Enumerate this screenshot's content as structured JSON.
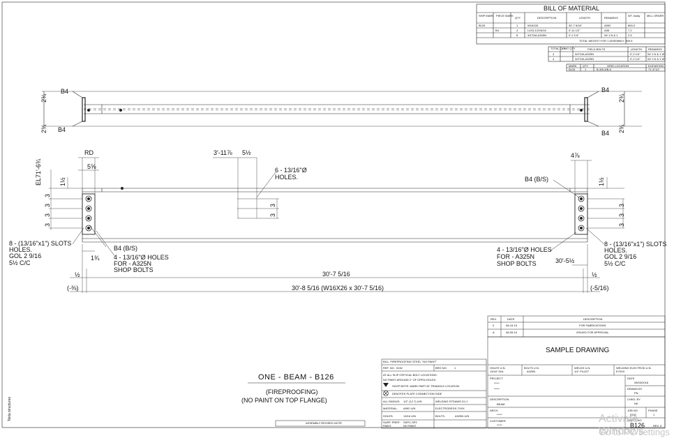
{
  "bom": {
    "title": "BILL OF MATERIAL",
    "headers": [
      "SHIP MARK",
      "PIECE MARK",
      "QTY",
      "DESCRIPTION",
      "LENGTH",
      "REMARKS",
      "WT. Assly",
      "MILL ORDER"
    ],
    "rows": [
      [
        "B126",
        "",
        "1",
        "W16X26",
        "30'-7 5/16\"",
        "A992",
        "800.0",
        ""
      ],
      [
        "",
        "B4",
        "4",
        "L4X3-1/2X5/16",
        "0'-11 1/2\"",
        "A36",
        "7.2",
        ""
      ],
      [
        "",
        "",
        "8",
        "3/4\"DIA.A325N",
        "0'-2 1/4\"",
        "W/ 1 N & 1",
        "2.5",
        ""
      ]
    ],
    "total": "TOTAL WEIGHT FOR 1 ASSEMBLY: 809.6"
  },
  "bolts_table": {
    "headers": [
      "TOTAL QTY",
      "UNIT QTY",
      "FIELD BOLTS",
      "LENGTH",
      "REMARKS"
    ],
    "rows": [
      [
        "4",
        "",
        "3/4\"DIA.A325N",
        "0'-2 1/4\"",
        "W/ 1 N & 1 W"
      ],
      [
        "4",
        "",
        "3/4\"DIA.A325N",
        "0'-2 1/4\"",
        "W/ 1 N & 1 W"
      ]
    ]
  },
  "mark_table": {
    "headers": [
      "MARK",
      "QTY",
      "GRID LOCATION",
      "ELEVATION"
    ],
    "row": [
      "B126",
      "1",
      "B-3/B-5/B-6",
      "71'-6\"1/2"
    ]
  },
  "plan_labels": {
    "b4_tl": "B4",
    "b4_bl": "B4",
    "b4_tr": "B4",
    "b4_br": "B4",
    "d_tl": "2¾",
    "d_bl": "2¾",
    "d_tr": "2¾",
    "d_br": "2¾"
  },
  "elevation": {
    "el": "EL71'-6¾",
    "rd": "RD",
    "dim_5_5_8": "5⅝",
    "dim_3_11": "3'-11⅞",
    "dim_5_1_2": "5½",
    "holes_note_1": "6 - 13/16\"Ø",
    "holes_note_2": "HOLES.",
    "dim_4_7_8": "4⅞",
    "b4bs_right": "B4 (B/S)",
    "dim_1_1_2_l": "1½",
    "dim_1_1_2_r": "1½",
    "three": "3",
    "slots_l1": "8 - (13/16\"x1\") SLOTS",
    "slots_l2": "HOLES.",
    "slots_l3": "GOL 2 9/16",
    "slots_l4": "5½ C/C",
    "slots_r1": "8 - (13/16\"x1\") SLOTS",
    "slots_r2": "HOLES.",
    "slots_r3": "GOL 2 9/16",
    "slots_r4": "5½ C/C",
    "b4bs_left": "B4 (B/S)",
    "holes4_l1": "4 - 13/16\"Ø HOLES",
    "holes4_l2": "FOR - A325N",
    "holes4_l3": "SHOP BOLTS",
    "holes4_r1": "4 - 13/16\"Ø HOLES",
    "holes4_r2": "FOR - A325N",
    "holes4_r3": "SHOP BOLTS",
    "dim_1_3_4": "1¾",
    "dim_30_5_1_2": "30'-5½",
    "dim_half_l": "½",
    "dim_half_r": "½",
    "dim_30_7": "30'-7 5/16",
    "dim_neg_3_8": "(-⅜)",
    "dim_neg_5_16": "(-5/16)",
    "dim_30_8": "30'-8 5/16 (W16X26 x 30'-7 5/16)"
  },
  "caption": {
    "title": "ONE - BEAM - B126",
    "line1": "(FIREPROOFING)",
    "line2": "(NO PAINT ON TOP FLANGE)"
  },
  "notes": {
    "bill": "BILL: FIREPROOFING STEEL \"NO PAINT\"",
    "ref": "REF. NO.",
    "ref_val": "5152",
    "brg": "BRG NO.",
    "brg_val": "1",
    "line1": "AT ALL SLIP CRITICAL BOLT LOCATIONS.",
    "line2": "NO PAINT AROUND 2\" OF OPEN HOLES.",
    "tri": "SHOP BOTE: MARK PART AT TRIANGLE LOCATION",
    "cross": "DENOTES PLATE CONNECTION SIDE",
    "radius": "ALL RADIUS:",
    "radius_val": "1/2\" (12.7) U/N",
    "weld_std": "WELDING STD:",
    "weld_std_val": "AWS D1.1",
    "material": "MATERIAL:",
    "material_val": "A992 U/N",
    "electrodes": "ELECTRODES:",
    "electrodes_val": "E-70XX",
    "holes": "HOLES:",
    "holes_val": "13/16 U/N",
    "bolts": "BOLTS:",
    "bolts_val": "A325N U/N",
    "surf": "SURF. PREP:",
    "surf_val": "SSPC-SP2",
    "paint": "PAINT:",
    "paint_val": "NO PAINT",
    "assembly_revised": "ASSEMBLY REVISED NOTE"
  },
  "revisions": {
    "headers": [
      "REV.",
      "DATE",
      "DESCRIPTION"
    ],
    "rows": [
      [
        "0",
        "08-15-19",
        "FOR FABRICATIONS"
      ],
      [
        "A",
        "08-05-19",
        "ISSUED FOR APPROVAL"
      ]
    ]
  },
  "title_block": {
    "title": "SAMPLE DRAWING",
    "holes_un": "HOLES U.N.",
    "holes_un_val": "13/16\" DIA.",
    "bolts_un": "BOLTS U.N.",
    "bolts_un_val": "A325N",
    "welds_un": "WELDS U.N.",
    "welds_un_val": "1/4\" FILLET",
    "electrode_un": "WELDING ELECTROD U.N.",
    "electrode_un_val": "E70XX",
    "project": "PROJECT",
    "project_val1": "*****",
    "project_val2": "*****",
    "date": "DATE",
    "date_val": "05/03/2018",
    "drawn": "DRAWN BY",
    "drawn_val": "PN",
    "description": "DESCRIPTION",
    "description_val": "BEAM",
    "chkd": "CHKD. BY",
    "chkd_val": "NK",
    "arch": "ARCH.",
    "arch_val": "*****",
    "job": "JOB NO.",
    "job_val": "5152",
    "phase": "PHASE",
    "phase_val": "1",
    "customer": "CUSTOMER",
    "customer_val": "*****",
    "sheet": "SHEET NO.",
    "sheet_val": "B126",
    "rev": "REV. 0"
  },
  "side_text": "Tekla structures",
  "watermark": {
    "line1": "Activate Windows",
    "line2": "Go to PC settings"
  }
}
